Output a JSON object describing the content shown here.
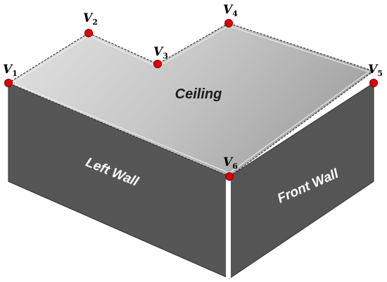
{
  "diagram": {
    "faces": {
      "ceiling": {
        "label": "Ceiling",
        "label_color": "#1a1a1a"
      },
      "left_wall": {
        "label": "Left Wall",
        "label_color": "#ffffff"
      },
      "front_wall": {
        "label": "Front Wall",
        "label_color": "#ffffff"
      }
    },
    "vertices": [
      {
        "id": "v1",
        "letter": "V",
        "sub": "1"
      },
      {
        "id": "v2",
        "letter": "V",
        "sub": "2"
      },
      {
        "id": "v3",
        "letter": "V",
        "sub": "3"
      },
      {
        "id": "v4",
        "letter": "V",
        "sub": "4"
      },
      {
        "id": "v5",
        "letter": "V",
        "sub": "5"
      },
      {
        "id": "v6",
        "letter": "V",
        "sub": "6"
      }
    ],
    "colors": {
      "wall_fill": "#555555",
      "wall_dark": "#3d3d3d",
      "ceiling_light": "#e2e2e2",
      "ceiling_dark": "#a9a9a9",
      "vertex_fill": "#e00000",
      "vertex_stroke": "#7a0000",
      "edge_dash": "#333333"
    }
  }
}
